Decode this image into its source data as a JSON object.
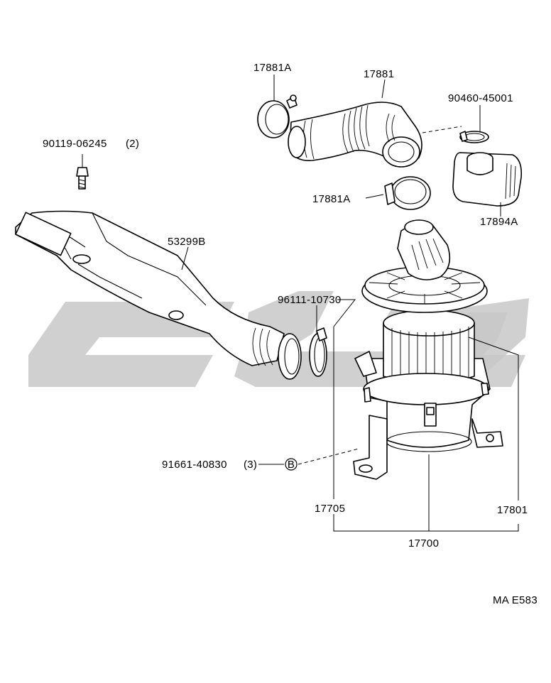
{
  "labels": {
    "p17881A_top": "17881A",
    "p17881": "17881",
    "p90460": "90460-45001",
    "p90119": "90119-06245",
    "p90119_qty": "(2)",
    "p17881A_mid": "17881A",
    "p17894A": "17894A",
    "p53299B": "53299B",
    "p96111": "96111-10730",
    "p91661": "91661-40830",
    "p91661_qty": "(3)",
    "b_marker": "B",
    "p17705": "17705",
    "p17801": "17801",
    "p17700": "17700",
    "code": "MA E583"
  }
}
